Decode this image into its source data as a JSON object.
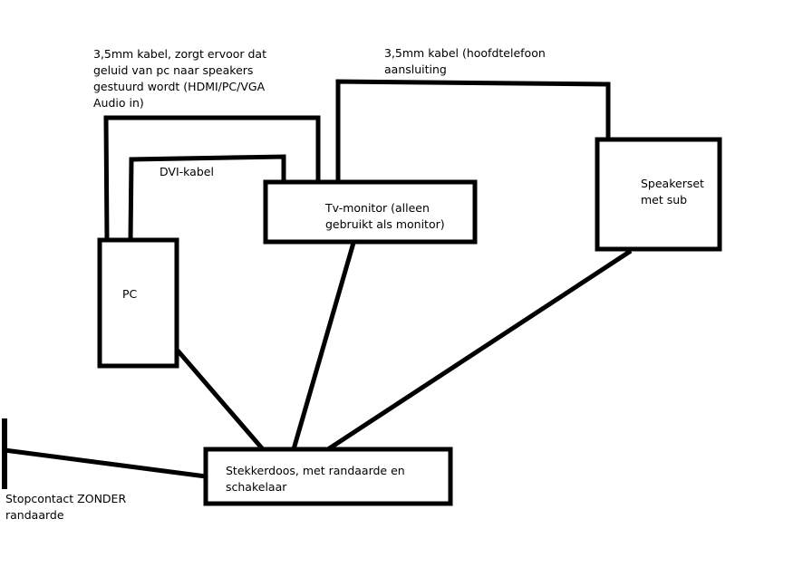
{
  "diagram": {
    "nodes": {
      "pc": {
        "label": "PC"
      },
      "tv_monitor": {
        "label": "Tv-monitor (alleen\ngebruikt als monitor)"
      },
      "speakerset": {
        "label": "Speakerset\nmet sub"
      },
      "power_strip": {
        "label": "Stekkerdoos, met randaarde en\nschakelaar"
      },
      "wall_outlet": {
        "label": "Stopcontact ZONDER\nrandaarde"
      }
    },
    "cables": {
      "audio_pc_to_tv": {
        "label": "3,5mm kabel, zorgt ervoor dat\ngeluid van pc naar speakers\ngestuurd wordt (HDMI/PC/VGA\nAudio in)"
      },
      "dvi": {
        "label": "DVI-kabel"
      },
      "audio_tv_to_speakers": {
        "label": "3,5mm kabel (hoofdtelefoon\naansluiting"
      }
    },
    "colors": {
      "stroke": "#000000",
      "background": "#ffffff",
      "text": "#000000"
    }
  }
}
